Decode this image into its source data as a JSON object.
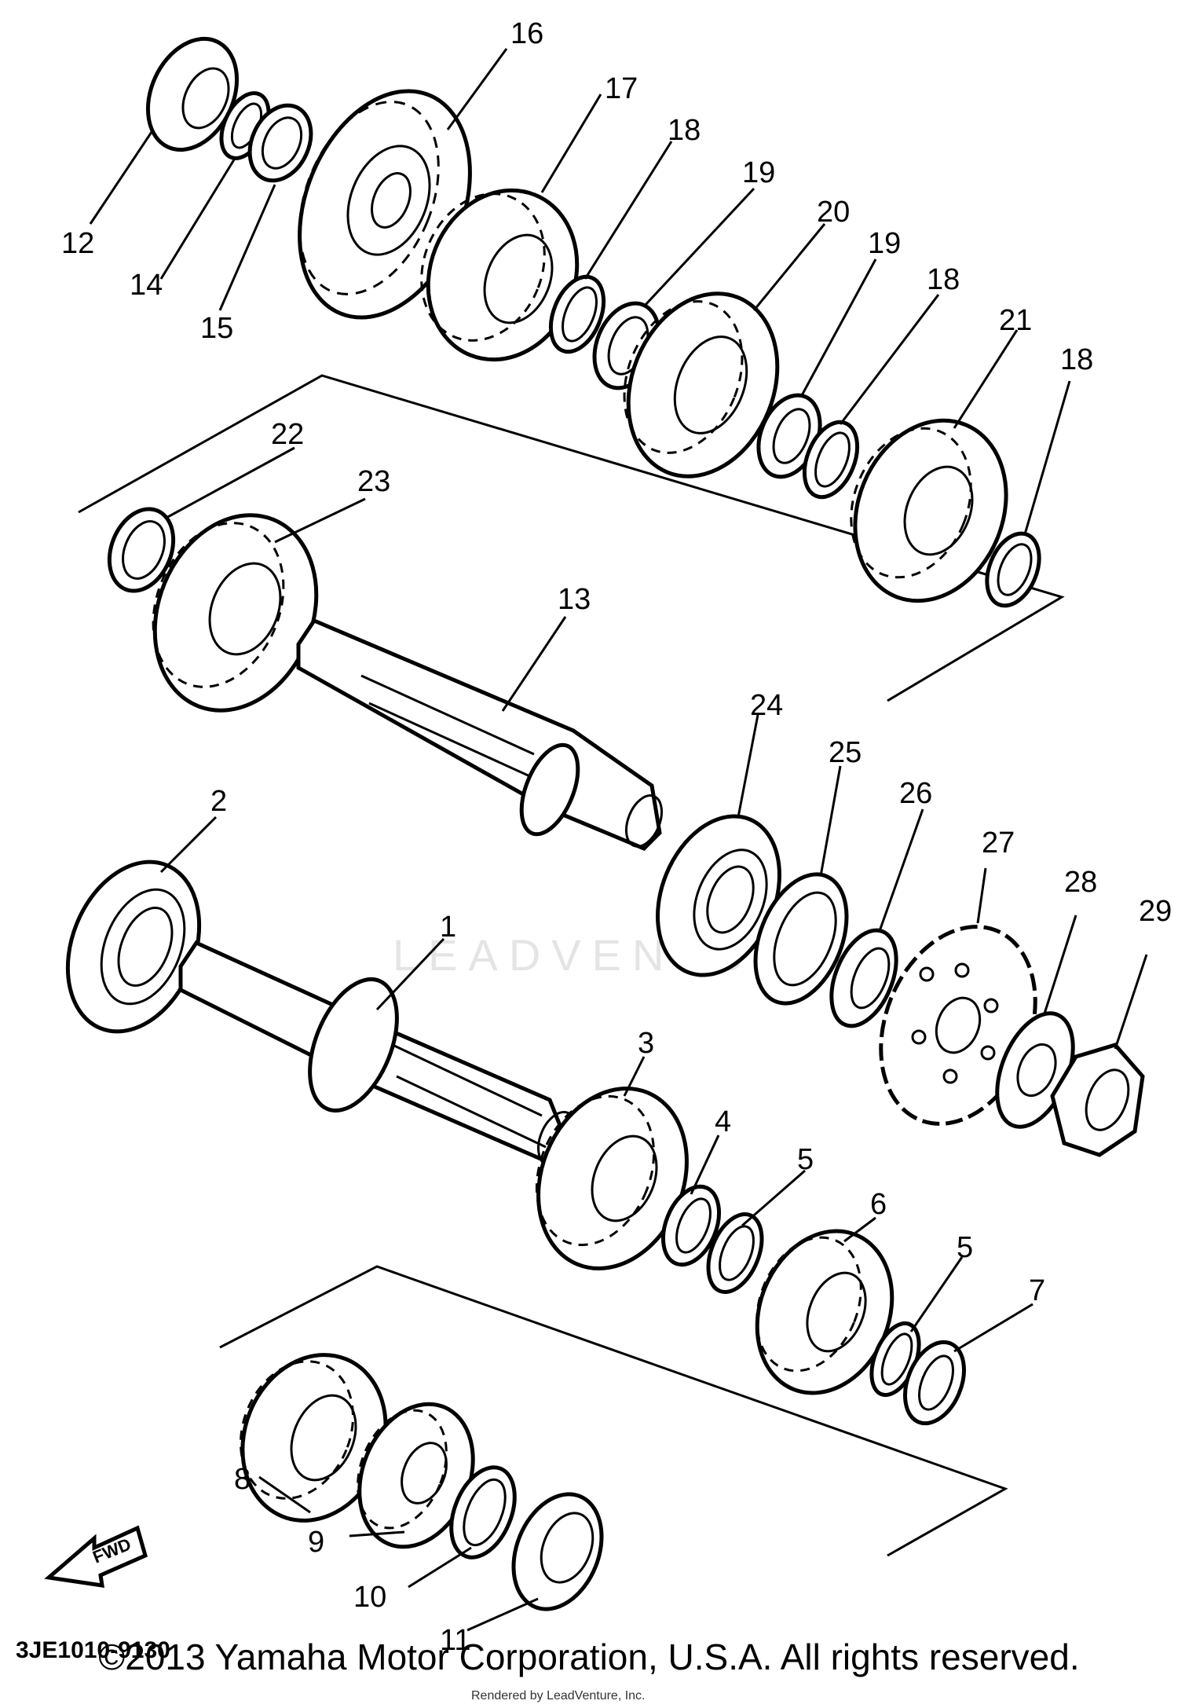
{
  "drawing_code": "3JE1010-9130",
  "copyright": "©2013 Yamaha Motor Corporation, U.S.A. All rights reserved.",
  "rendered_by": "Rendered by LeadVenture, Inc.",
  "watermark": "LEADVENTURE",
  "fwd_label": "FWD",
  "callouts": [
    "1",
    "2",
    "3",
    "4",
    "5",
    "6",
    "7",
    "8",
    "9",
    "10",
    "11",
    "12",
    "13",
    "14",
    "15",
    "16",
    "17",
    "18",
    "19",
    "20",
    "21",
    "22",
    "23",
    "24",
    "25",
    "26",
    "27",
    "28",
    "29"
  ]
}
